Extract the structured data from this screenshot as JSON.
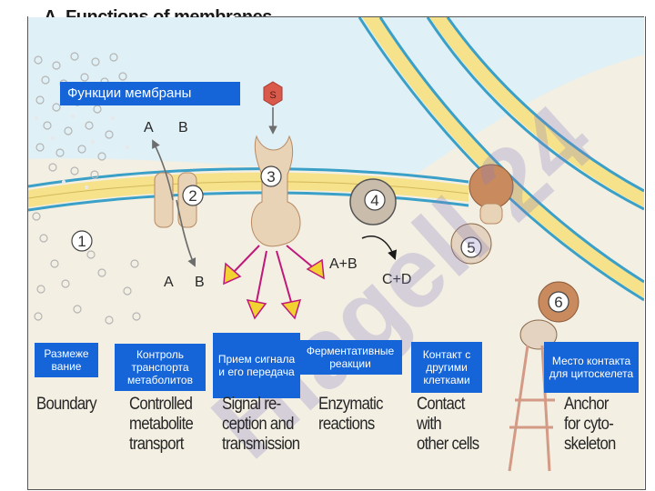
{
  "title": "A. Functions of membranes",
  "header_ru": "Функции мембраны",
  "markers": {
    "signal": "S",
    "n1": "1",
    "n2": "2",
    "n3": "3",
    "n4": "4",
    "n5": "5",
    "n6": "6"
  },
  "molecules": {
    "a_top": "A",
    "b_top": "B",
    "a_bottom": "A",
    "b_bottom": "B",
    "a_plus_b": "A+B",
    "c_plus_d": "C+D"
  },
  "watermark": "Hiagell 24",
  "functions": [
    {
      "ru": "Размеже вание",
      "en": [
        "Boundary"
      ]
    },
    {
      "ru": "Контроль транспорта метаболитов",
      "en": [
        "Controlled",
        "metabolite",
        "transport"
      ]
    },
    {
      "ru": "Прием сигнала и его передача",
      "en": [
        "Signal re-",
        "ception and",
        "transmission"
      ]
    },
    {
      "ru": "Ферментативные реакции",
      "en": [
        "Enzymatic",
        "reactions"
      ]
    },
    {
      "ru": "Контакт с другими клетками",
      "en": [
        "Contact",
        "with",
        "other cells"
      ]
    },
    {
      "ru": "Место контакта для цитоскелета",
      "en": [
        "Anchor",
        "for cyto-",
        "skeleton"
      ]
    }
  ],
  "colors": {
    "outside": "#dff0f6",
    "inside": "#f3efe3",
    "lipid_yellow": "#f5e28a",
    "lipid_edge": "#3aa0c8",
    "protein": "#d9c2a6",
    "protein_dark": "#b98a62",
    "arrow_magenta": "#c0187a",
    "arrow_yellow": "#f2d230",
    "signal_red": "#d95a4a",
    "label_blue": "#1565d8"
  }
}
